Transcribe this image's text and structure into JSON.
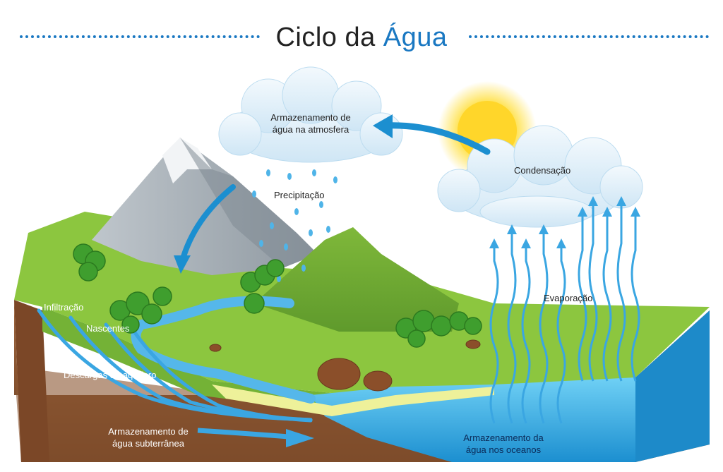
{
  "title": {
    "prefix": "Ciclo da",
    "highlight": "Água"
  },
  "labels": {
    "atmosphere_line1": "Armazenamento de",
    "atmosphere_line2": "água na atmosfera",
    "precipitation": "Precipitação",
    "condensation": "Condensação",
    "evaporation": "Evaporação",
    "infiltration": "Infiltração",
    "springs": "Nascentes",
    "aquifer": "Descargas do aquífero",
    "groundwater_line1": "Armazenamento de",
    "groundwater_line2": "água subterrânea",
    "ocean_line1": "Armazenamento da",
    "ocean_line2": "água nos oceanos"
  },
  "colors": {
    "accent": "#1a78c2",
    "water": "#2fa6e0",
    "grass": "#8cc63f",
    "soil": "#7a4a2a",
    "cloud": "#dff0fa",
    "sun": "#ffd200"
  }
}
